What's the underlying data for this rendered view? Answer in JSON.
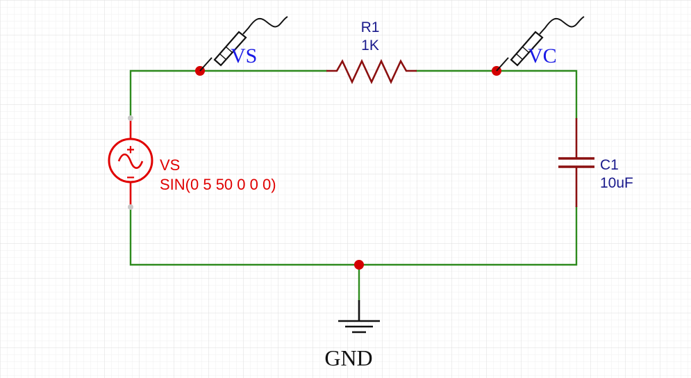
{
  "components": {
    "source": {
      "designator": "VS",
      "value": "SIN(0 5 50 0 0 0)",
      "plus_symbol": "+",
      "minus_symbol": "−"
    },
    "resistor": {
      "designator": "R1",
      "value": "1K"
    },
    "capacitor": {
      "designator": "C1",
      "value": "10uF"
    },
    "ground": {
      "label": "GND"
    }
  },
  "probes": [
    {
      "label": "VS"
    },
    {
      "label": "VC"
    }
  ],
  "colors": {
    "wire": "#2e8b1e",
    "component_body": "#8b1010",
    "source": "#e00000",
    "junction": "#d40000",
    "probe_text": "#1a1ae6",
    "designator_text": "#1a1a8c",
    "grid": "#e6e6e6"
  },
  "icons": [
    "ac-voltage-source-icon",
    "resistor-icon",
    "capacitor-icon",
    "ground-icon",
    "voltage-probe-icon"
  ]
}
